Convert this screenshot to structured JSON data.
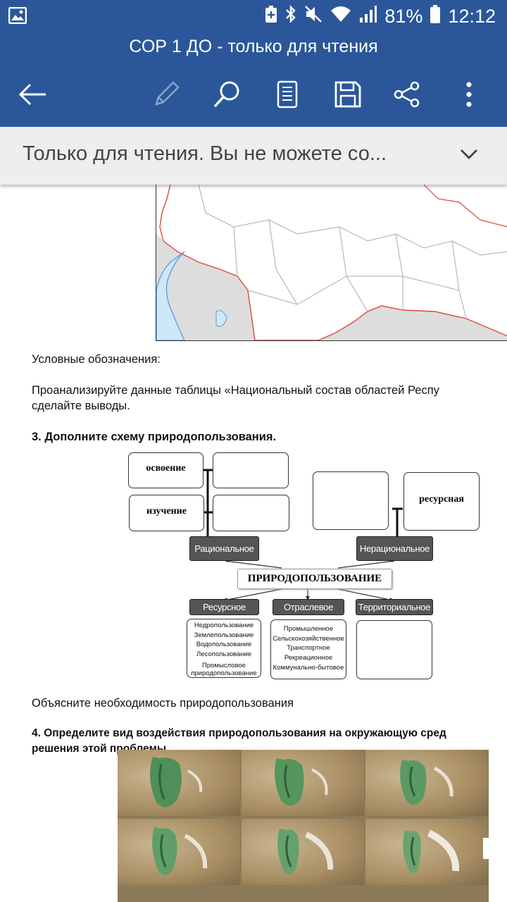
{
  "status": {
    "battery": "81%",
    "time": "12:12"
  },
  "app": {
    "title": "СОР 1 ДО - только для чтения"
  },
  "banner": {
    "text": "Только для чтения. Вы не можете со..."
  },
  "doc": {
    "legend_label": "Условные обозначения:",
    "analyze_line1": "Проанализируйте данные таблицы «Национальный состав областей Респу",
    "analyze_line2": "сделайте выводы.",
    "task3": "3. Дополните схему природопользования.",
    "explain": "Объясните необходимость природопользования",
    "task4_line1": "4. Определите вид воздействия природопользования на окружающую сред",
    "task4_line2": "решения этой проблемы."
  },
  "scheme": {
    "osvoenie": "освоение",
    "izuchenie": "изучение",
    "resursnaya": "ресурсная",
    "rational": "Рациональное",
    "irrational": "Нерациональное",
    "center": "ПРИРОДОПОЛЬЗОВАНИЕ",
    "resource": "Ресурсное",
    "branch": "Отраслевое",
    "territorial": "Территориальное",
    "resource_items": [
      "Недропользование",
      "Землепользование",
      "Водопользование",
      "Лесопользование",
      "Промысловое",
      "природопользование"
    ],
    "branch_items": [
      "Промышленное",
      "Сельскохозяйственное",
      "Транспортное",
      "Рекреационное",
      "Коммунально-бытовое"
    ]
  }
}
